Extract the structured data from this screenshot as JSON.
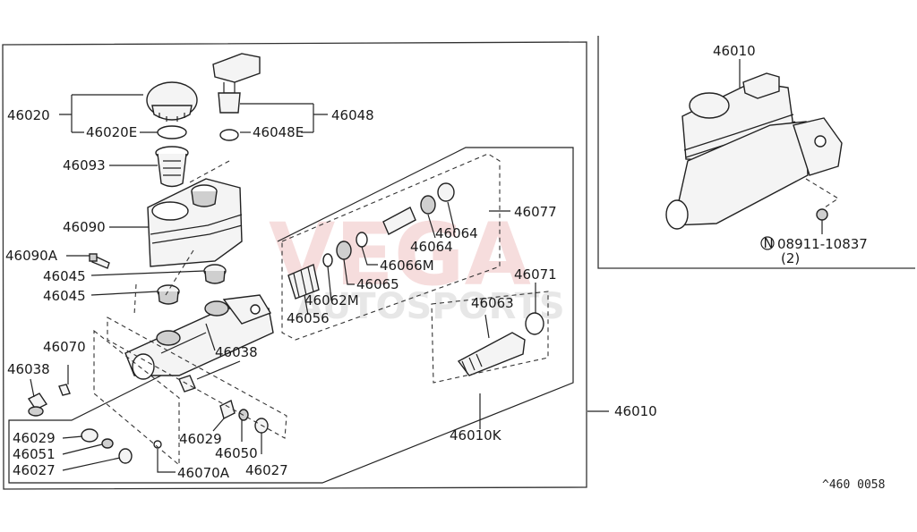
{
  "watermark": {
    "brand": "VEGA",
    "sub": "AUTOSPORTS"
  },
  "callouts": {
    "p46020": "46020",
    "p46020E": "46020E",
    "p46093": "46093",
    "p46090": "46090",
    "p46090A": "46090A",
    "p46045a": "46045",
    "p46045b": "46045",
    "p46070": "46070",
    "p46038a": "46038",
    "p46038b": "46038",
    "p46029a": "46029",
    "p46051": "46051",
    "p46027a": "46027",
    "p46070A": "46070A",
    "p46029b": "46029",
    "p46050": "46050",
    "p46027b": "46027",
    "p46048": "46048",
    "p46048E": "46048E",
    "p46077": "46077",
    "p46064a": "46064",
    "p46064b": "46064",
    "p46066M": "46066M",
    "p46065": "46065",
    "p46062M": "46062M",
    "p46056": "46056",
    "p46071": "46071",
    "p46063": "46063",
    "p46010K": "46010K",
    "p46010": "46010",
    "inset_p46010": "46010",
    "inset_bolt": "08911-10837",
    "inset_qty": "(2)",
    "inset_circle": "N"
  },
  "diagram_code": "^460 0058"
}
